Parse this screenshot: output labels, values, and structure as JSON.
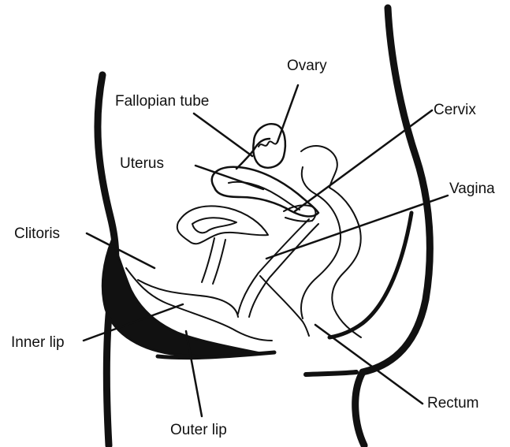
{
  "colors": {
    "ink": "#111111",
    "background": "#ffffff"
  },
  "labels": {
    "ovary": "Ovary",
    "fallopian_tube": "Fallopian tube",
    "cervix": "Cervix",
    "uterus": "Uterus",
    "vagina": "Vagina",
    "clitoris": "Clitoris",
    "inner_lip": "Inner lip",
    "outer_lip": "Outer lip",
    "rectum": "Rectum"
  }
}
